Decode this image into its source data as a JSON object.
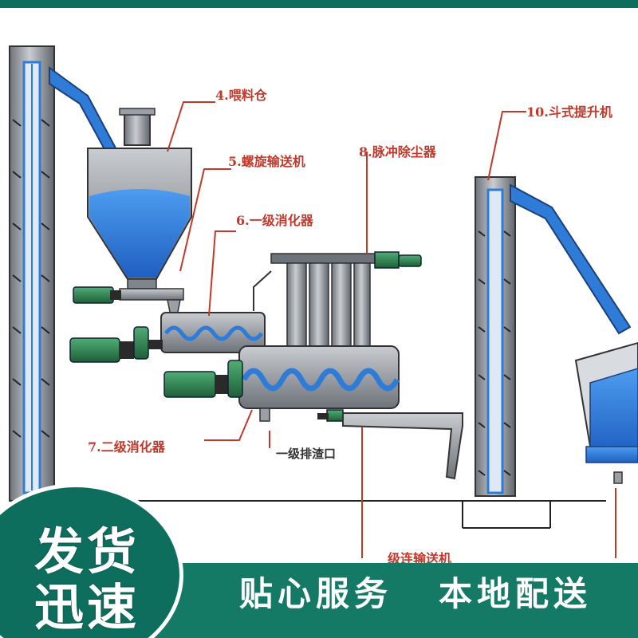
{
  "labels": {
    "silo": "4.喂料仓",
    "screw_conveyor": "5.螺旋输送机",
    "primary_digester": "6.一级消化器",
    "dust_collector": "8.脉冲除尘器",
    "elevator": "10.斗式提升机",
    "secondary_digester": "7.二级消化器",
    "slag_outlet": "一级排渣口",
    "bottom_partial": "级连输送机"
  },
  "banner": {
    "badge_line1": "发货",
    "badge_line2": "迅速",
    "service": "贴心服务",
    "delivery": "本地配送"
  },
  "colors": {
    "banner_green": "#0e6e5e",
    "band_green": "#147a66",
    "label_red": "#c0392b",
    "water_blue": "#2f7bd8",
    "machine_green": "#2e7d4f",
    "steel_gray": "#8a8f96"
  }
}
